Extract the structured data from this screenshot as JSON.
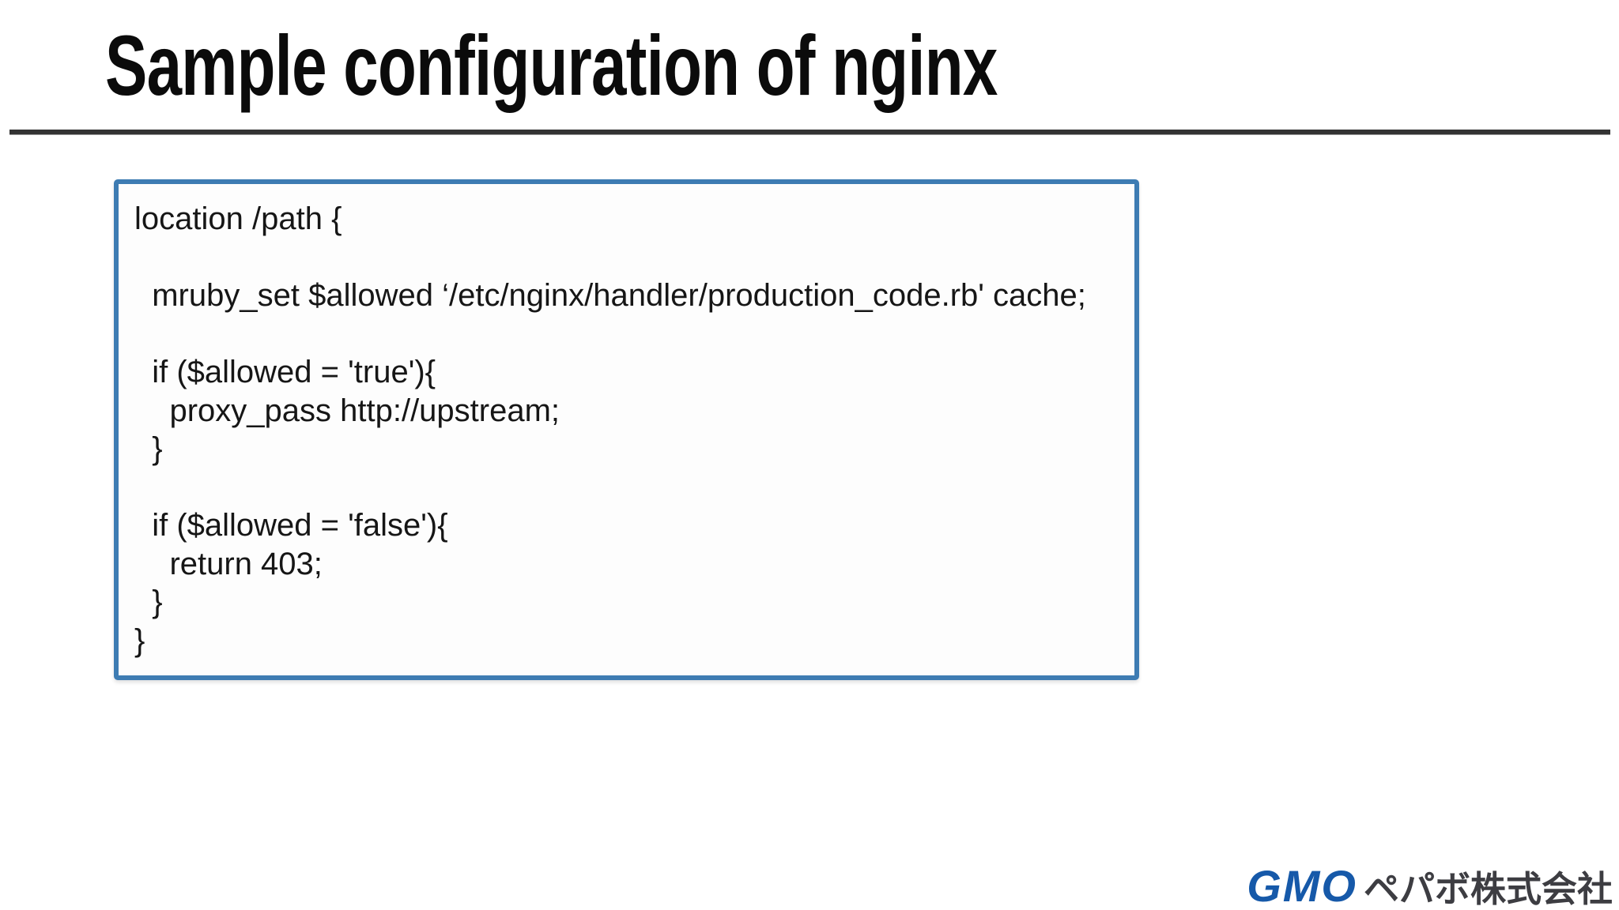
{
  "slide": {
    "title": "Sample configuration of nginx",
    "code_lines": [
      "location /path {",
      "",
      "  mruby_set $allowed ‘/etc/nginx/handler/production_code.rb' cache;",
      "",
      "  if ($allowed = 'true'){",
      "    proxy_pass http://upstream;",
      "  }",
      "",
      "  if ($allowed = 'false'){",
      "    return 403;",
      "  }",
      "}"
    ],
    "logo": {
      "gmo": "GMO",
      "company": "ペパボ株式会社"
    }
  },
  "colors": {
    "box_border": "#3e7cb3",
    "rule": "#333333",
    "gmo_blue": "#1659a9",
    "logo_gray": "#3d3d42",
    "code_text": "#161616",
    "title_text": "#0b0b0b"
  }
}
